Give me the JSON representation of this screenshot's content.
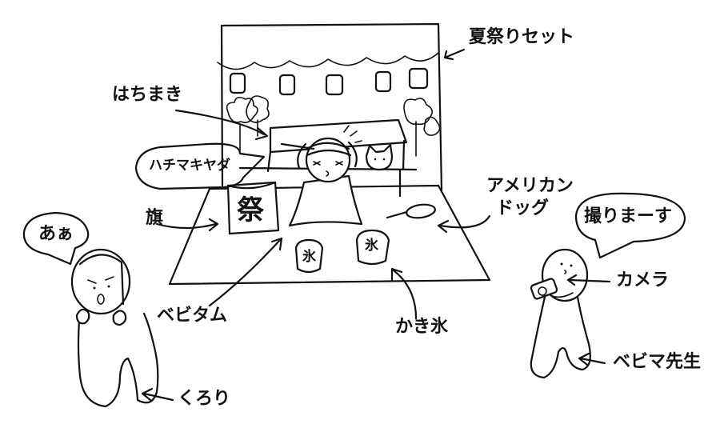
{
  "labels": {
    "festival_set": "夏祭りセット",
    "hachimaki": "はちまき",
    "hachimaki_shop": "ハチマキヤダ",
    "american_dog_line1": "アメリカン",
    "american_dog_line2": "ドッグ",
    "flag": "旗",
    "matsuri": "祭",
    "ice_1": "氷",
    "ice_2": "氷",
    "shaved_ice": "かき氷",
    "bebitamu": "ベビタム",
    "aa": "あぁ",
    "kurori": "くろり",
    "toriimasu": "撮りまーす",
    "camera": "カメラ",
    "bebima_sensei": "ベビマ先生"
  }
}
